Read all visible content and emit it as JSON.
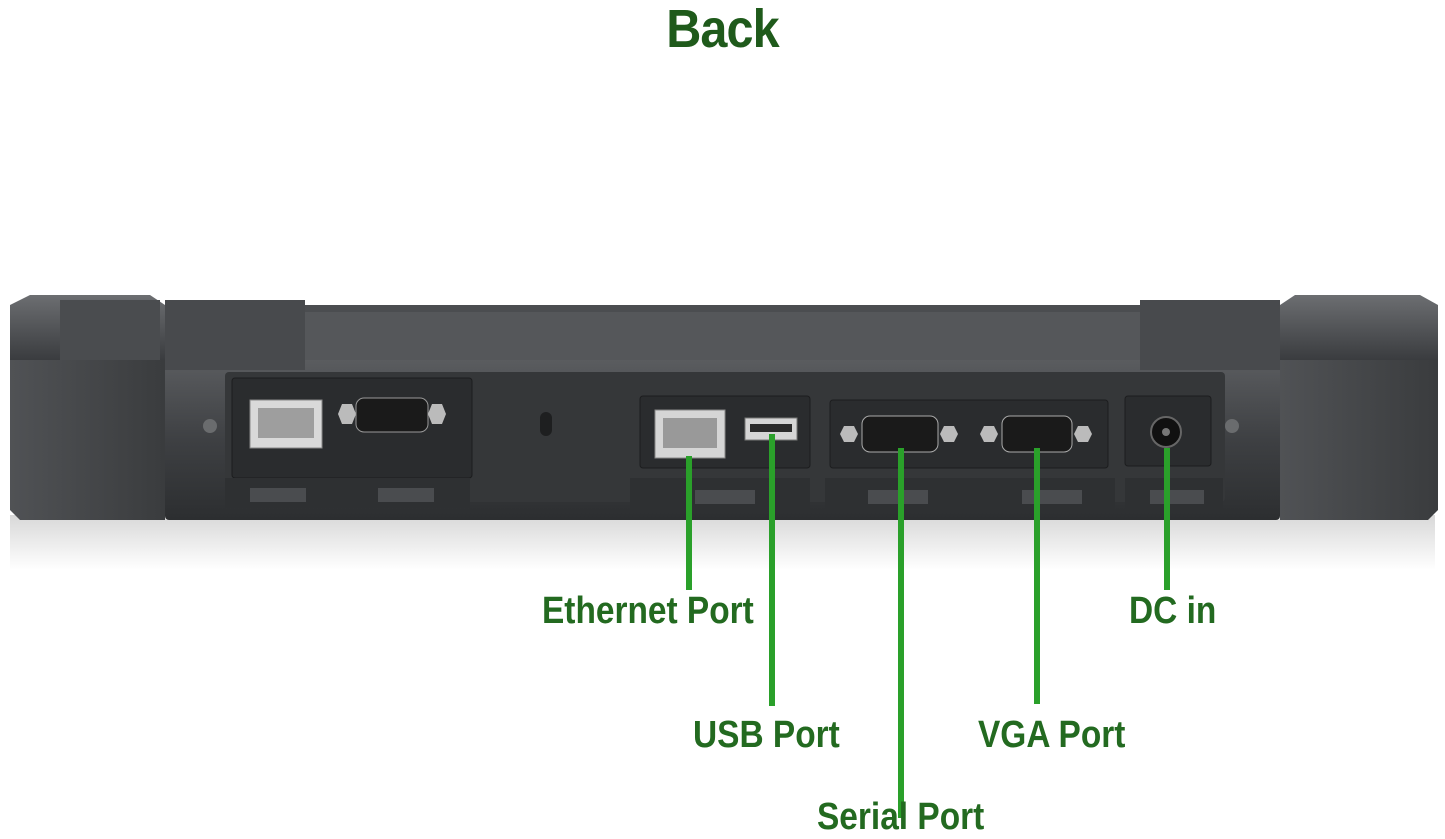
{
  "title": "Back",
  "colors": {
    "title": "#1f5a1b",
    "label": "#236a20",
    "leader": "#2aa02a"
  },
  "callouts": [
    {
      "id": "ethernet",
      "label": "Ethernet Port"
    },
    {
      "id": "usb",
      "label": "USB Port"
    },
    {
      "id": "serial",
      "label": "Serial Port"
    },
    {
      "id": "vga",
      "label": "VGA Port"
    },
    {
      "id": "dc",
      "label": "DC in"
    }
  ]
}
